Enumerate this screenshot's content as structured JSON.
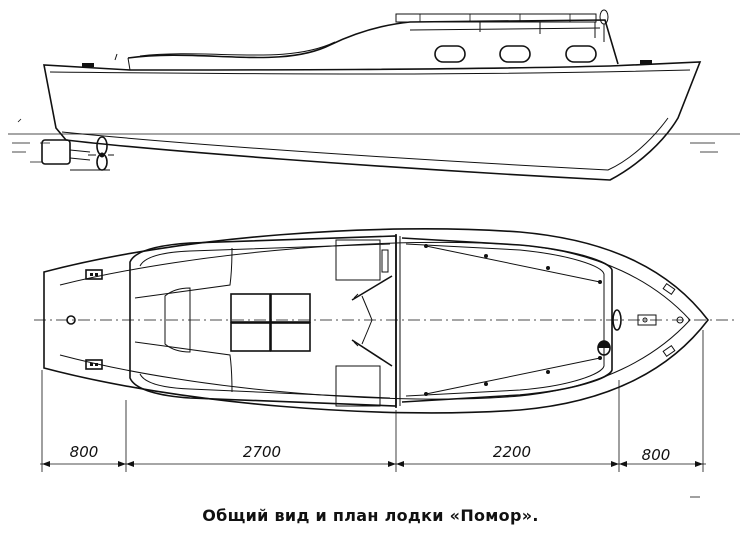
{
  "caption": "Общий вид и план лодки «Помор».",
  "dimensions": [
    {
      "id": "stern",
      "label": "800"
    },
    {
      "id": "cockpit",
      "label": "2700"
    },
    {
      "id": "cabin",
      "label": "2200"
    },
    {
      "id": "bow",
      "label": "800"
    }
  ],
  "views": [
    "side-elevation",
    "top-plan"
  ],
  "colors": {
    "ink": "#111111",
    "paper": "#ffffff"
  }
}
